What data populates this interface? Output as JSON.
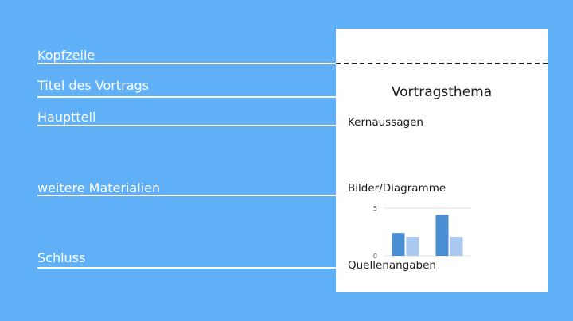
{
  "left_labels": {
    "header": "Kopfzeile",
    "title": "Titel des Vortrags",
    "main": "Hauptteil",
    "materials": "weitere Materialien",
    "conclusion": "Schluss"
  },
  "sheet": {
    "topic": "Vortragsthema",
    "key_points": "Kernaussagen",
    "images": "Bilder/Diagramme",
    "sources": "Quellenangaben"
  },
  "chart_data": {
    "type": "bar",
    "categories": [
      "",
      ""
    ],
    "series": [
      {
        "values": [
          2.4,
          4.3
        ],
        "color": "#4a8fd4"
      },
      {
        "values": [
          2.0,
          2.0
        ],
        "color": "#a9c9ee"
      }
    ],
    "ytick_labels": [
      "0",
      "5"
    ],
    "ylim": [
      0,
      5
    ],
    "grid": true
  },
  "colors": {
    "background": "#60b0f8",
    "lines": "#ffffff",
    "sheet": "#ffffff",
    "text": "#1a1a1a"
  }
}
